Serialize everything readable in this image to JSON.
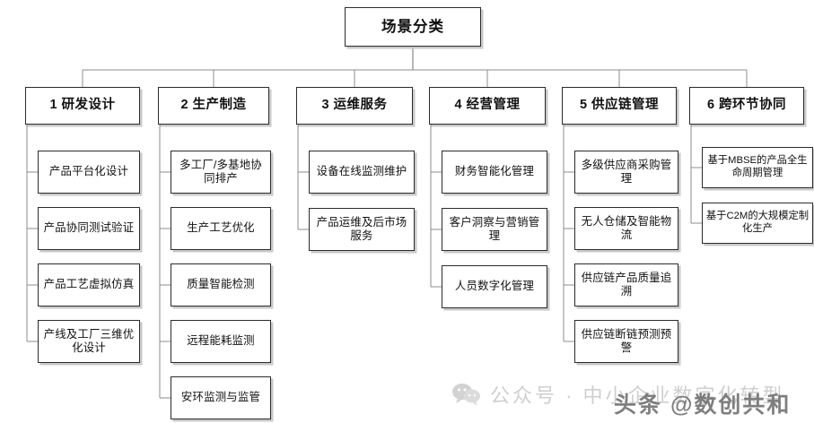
{
  "diagram": {
    "root": {
      "label": "场景分类"
    },
    "columns": [
      {
        "id": "rd-design",
        "header": "1 研发设计",
        "items": [
          "产品平台化设计",
          "产品协同测试验证",
          "产品工艺虚拟仿真",
          "产线及工厂三维优化设计"
        ]
      },
      {
        "id": "production",
        "header": "2 生产制造",
        "items": [
          "多工厂/多基地协同排产",
          "生产工艺优化",
          "质量智能检测",
          "远程能耗监测",
          "安环监测与监管"
        ]
      },
      {
        "id": "ops-service",
        "header": "3 运维服务",
        "items": [
          "设备在线监测维护",
          "产品运维及后市场服务"
        ]
      },
      {
        "id": "business-mgmt",
        "header": "4 经营管理",
        "items": [
          "财务智能化管理",
          "客户洞察与营销管理",
          "人员数字化管理"
        ]
      },
      {
        "id": "supply-chain",
        "header": "5 供应链管理",
        "items": [
          "多级供应商采购管理",
          "无人仓储及智能物流",
          "供应链产品质量追溯",
          "供应链断链预测预警"
        ]
      },
      {
        "id": "cross-link",
        "header": "6 跨环节协同",
        "items": [
          "基于MBSE的产品全生命周期管理",
          "基于C2M的大规模定制化生产"
        ]
      }
    ]
  },
  "watermarks": {
    "wechat": {
      "icon": "wechat-icon",
      "text": "公众号 · 中小企业数字化转型"
    },
    "toutiao": {
      "text": "头条 @数创共和"
    }
  },
  "colors": {
    "box_border": "#2b2b2b",
    "connector": "#8c8c8c",
    "shadow": "#c9c9c9",
    "watermark_light": "#cfcfcf",
    "watermark_dark": "#6e6e6e"
  }
}
